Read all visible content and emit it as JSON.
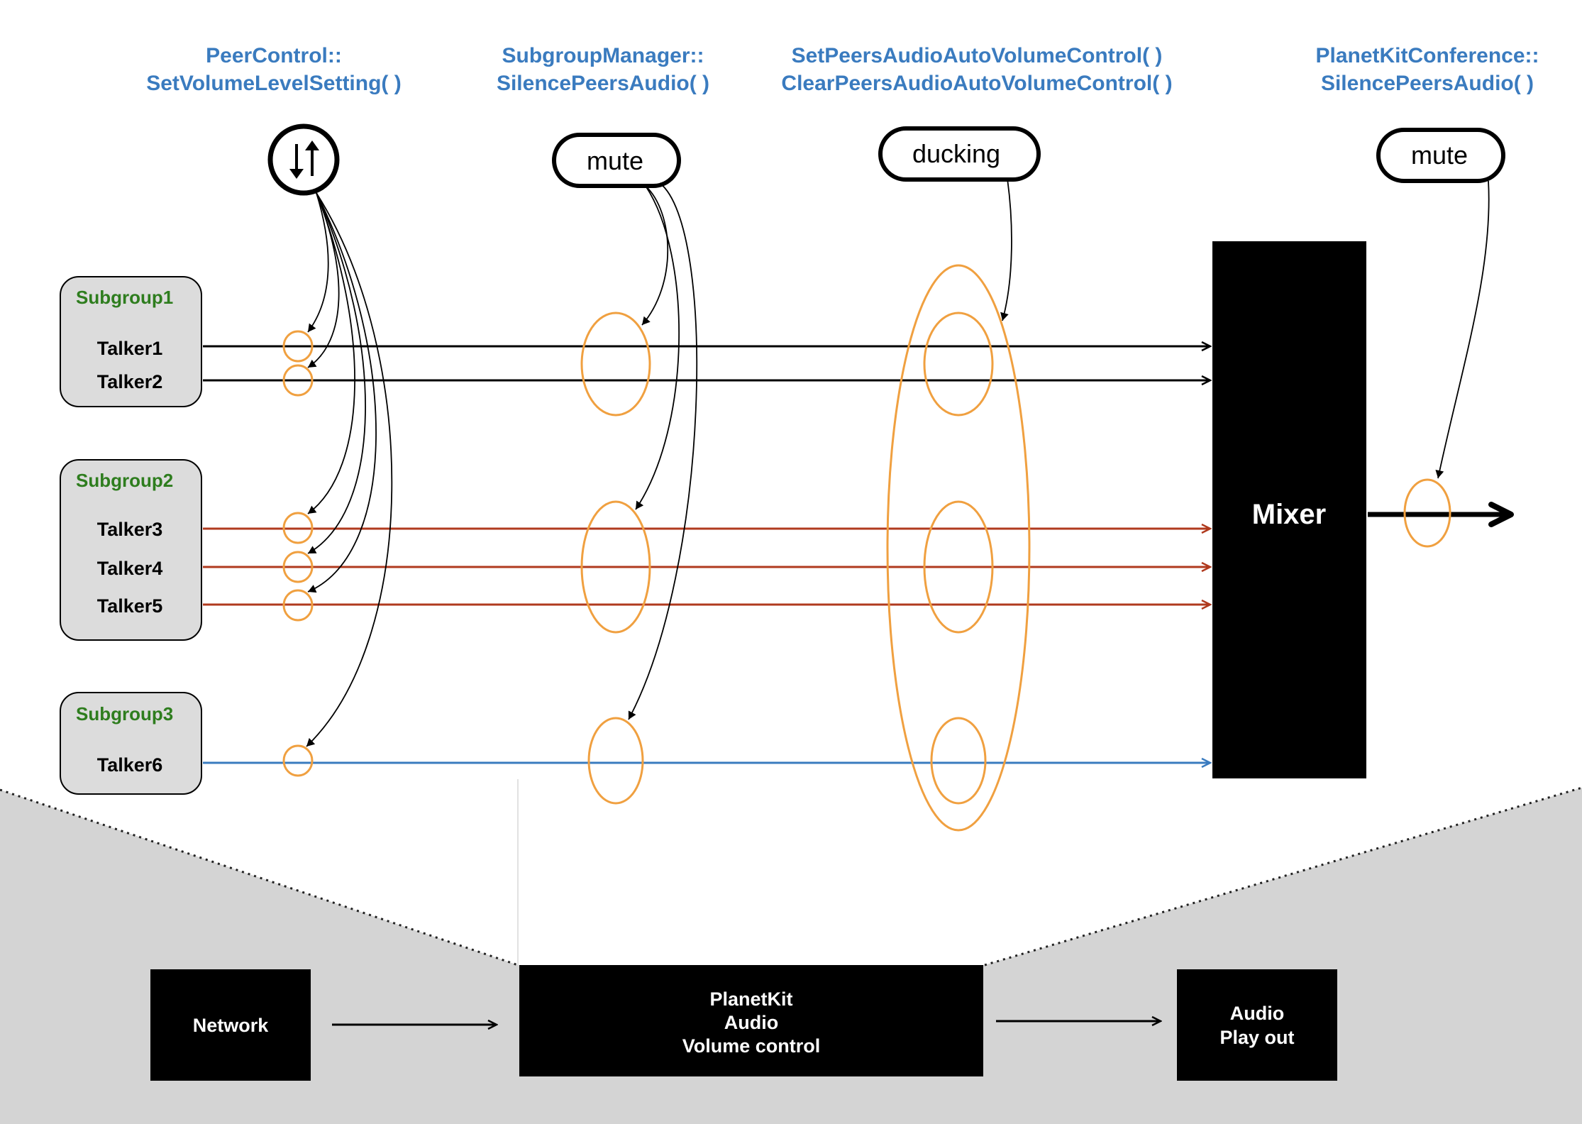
{
  "apis": [
    {
      "line1": "PeerControl::",
      "line2": "SetVolumeLevelSetting( )"
    },
    {
      "line1": "SubgroupManager::",
      "line2": "SilencePeersAudio( )"
    },
    {
      "line1": "SetPeersAudioAutoVolumeControl( )",
      "line2": "ClearPeersAudioAutoVolumeControl( )"
    },
    {
      "line1": "PlanetKitConference::",
      "line2": "SilencePeersAudio( )"
    }
  ],
  "controls": {
    "volume_icon": "up-down-arrows-icon",
    "mute_subgroup": "mute",
    "ducking": "ducking",
    "mute_conference": "mute"
  },
  "subgroups": [
    {
      "name": "Subgroup1",
      "talkers": [
        "Talker1",
        "Talker2"
      ],
      "line_color": "#000000"
    },
    {
      "name": "Subgroup2",
      "talkers": [
        "Talker3",
        "Talker4",
        "Talker5"
      ],
      "line_color": "#b03a1e"
    },
    {
      "name": "Subgroup3",
      "talkers": [
        "Talker6"
      ],
      "line_color": "#3a7bbf"
    }
  ],
  "mixer": {
    "label": "Mixer"
  },
  "pipeline": {
    "network": "Network",
    "planetkit": [
      "PlanetKit",
      "Audio",
      "Volume control"
    ],
    "playout": [
      "Audio",
      "Play out"
    ]
  },
  "colors": {
    "api_title": "#3a7bbf",
    "subgroup_label": "#2e7d1e",
    "marker": "#f0a040",
    "subgroup_box_fill": "#dcdcdc",
    "backdrop": "#d4d4d4"
  }
}
